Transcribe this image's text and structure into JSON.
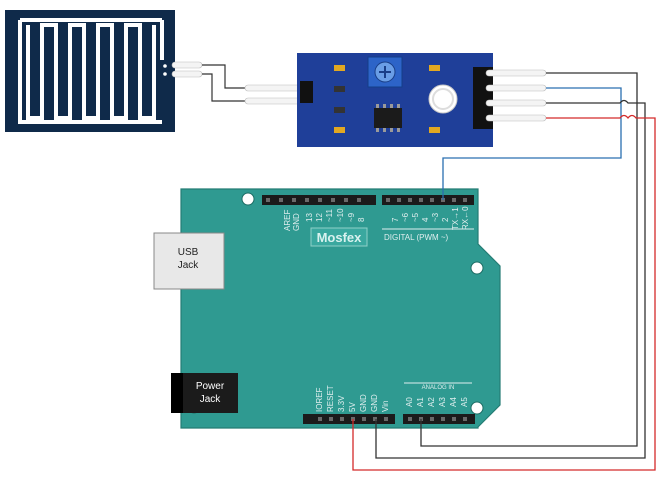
{
  "board": {
    "usb_jack_label_1": "USB",
    "usb_jack_label_2": "Jack",
    "power_jack_label_1": "Power",
    "power_jack_label_2": "Jack",
    "watermark": "Mosfex",
    "digital_label": "DIGITAL (PWM ~)",
    "analog_label": "ANALOG IN",
    "top_left_pins": [
      "AREF",
      "GND",
      "13",
      "12",
      "~11",
      "~10",
      "~9",
      "8"
    ],
    "top_right_pins": [
      "7",
      "~6",
      "~5",
      "4",
      "~3",
      "2",
      "TX→1",
      "RX←0"
    ],
    "power_pins": [
      "IOREF",
      "RESET",
      "3.3V",
      "5V",
      "GND",
      "GND",
      "Vin"
    ],
    "analog_pins": [
      "A0",
      "A1",
      "A2",
      "A3",
      "A4",
      "A5"
    ]
  },
  "colors": {
    "board": "#2f9a91",
    "board_dark": "#247c74",
    "module": "#1f3f99",
    "rain_pad": "#0f2a4a",
    "wire_red": "#d42a2a",
    "wire_blue": "#2a6fb0",
    "wire_dark": "#333333"
  }
}
